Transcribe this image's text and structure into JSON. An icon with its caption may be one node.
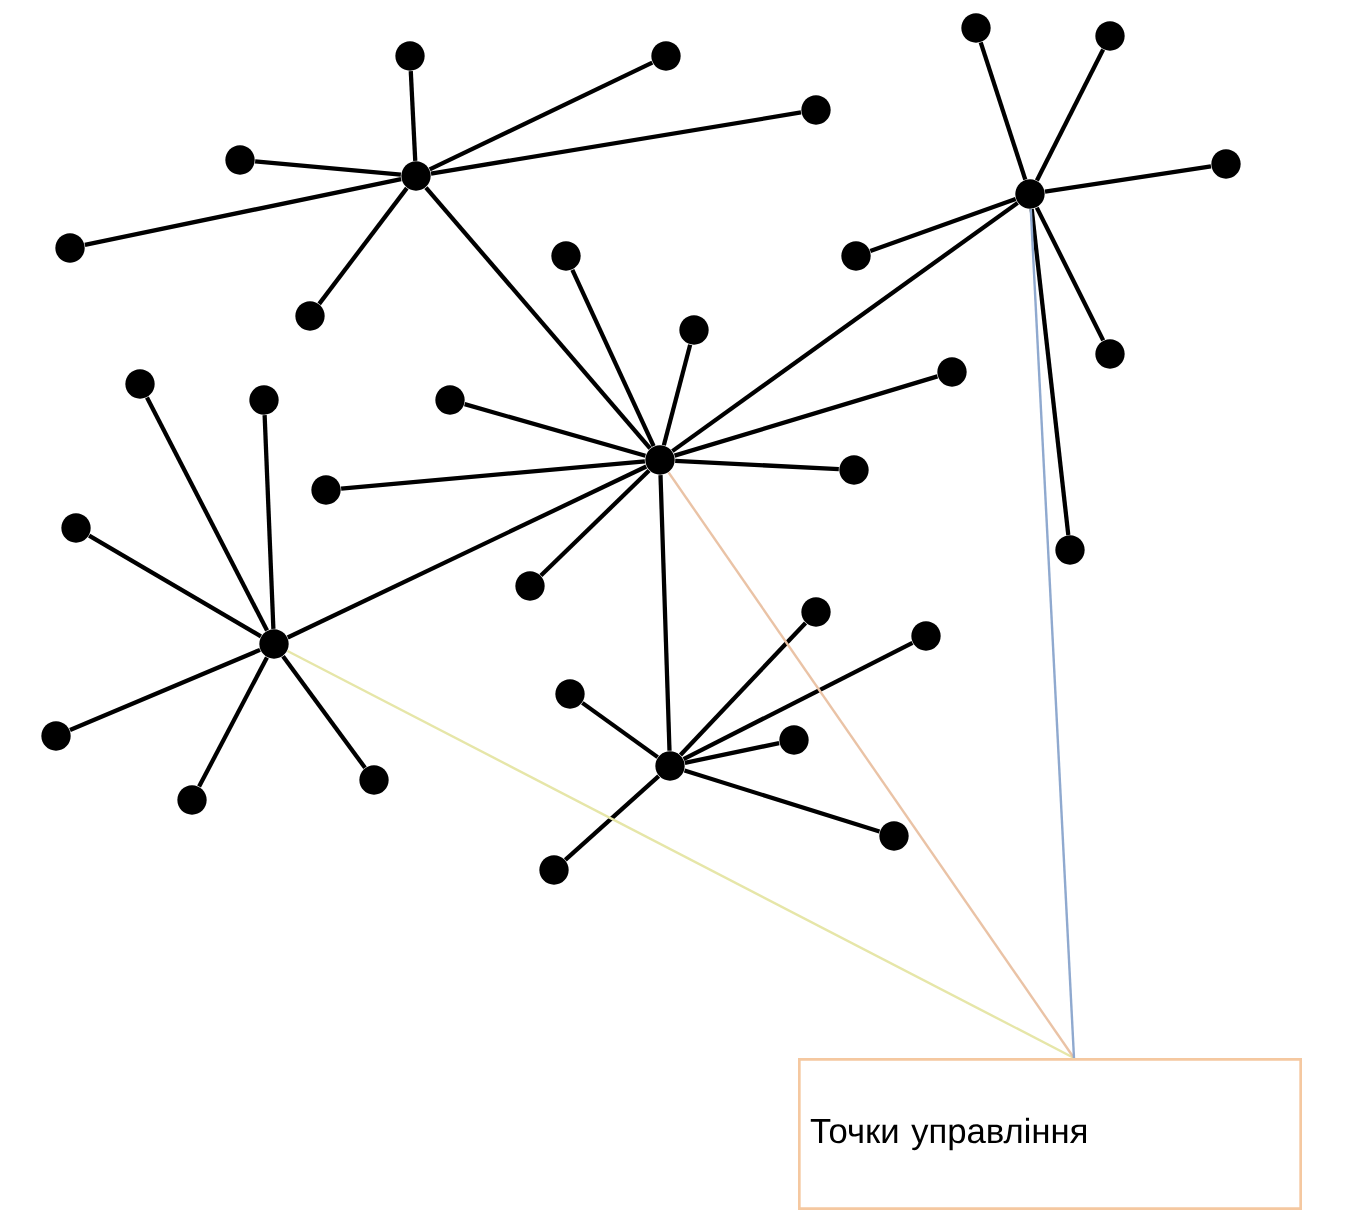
{
  "diagram": {
    "nodes": [
      {
        "text": [
          "Точки управління"
        ]
      },
      {
        "text": [],
        "shape": "circle"
      },
      {
        "text": [],
        "shape": "circle"
      },
      {
        "text": [],
        "shape": "circle"
      },
      {
        "text": [],
        "shape": "circle"
      },
      {
        "text": [],
        "shape": "circle"
      },
      {
        "text": [],
        "shape": "circle"
      },
      {
        "text": [],
        "shape": "circle"
      },
      {
        "text": [],
        "shape": "circle"
      },
      {
        "text": [],
        "shape": "circle"
      },
      {
        "text": [],
        "shape": "circle"
      },
      {
        "text": [],
        "shape": "circle"
      },
      {
        "text": [],
        "shape": "circle"
      },
      {
        "text": [],
        "shape": "circle"
      },
      {
        "text": [],
        "shape": "circle"
      },
      {
        "text": [],
        "shape": "circle"
      },
      {
        "text": [],
        "shape": "circle"
      },
      {
        "text": [],
        "shape": "circle"
      },
      {
        "text": [],
        "shape": "circle"
      },
      {
        "text": [],
        "shape": "circle"
      },
      {
        "text": [],
        "shape": "circle"
      },
      {
        "text": [],
        "shape": "circle"
      },
      {
        "text": [],
        "shape": "circle"
      },
      {
        "text": [],
        "shape": "circle"
      },
      {
        "text": [],
        "shape": "circle"
      },
      {
        "text": [],
        "shape": "circle"
      },
      {
        "text": [],
        "shape": "circle"
      },
      {
        "text": [],
        "shape": "circle"
      },
      {
        "text": [],
        "shape": "circle"
      },
      {
        "text": [],
        "shape": "circle"
      },
      {
        "text": [],
        "shape": "circle"
      },
      {
        "text": [],
        "shape": "circle"
      },
      {
        "text": [],
        "shape": "circle"
      },
      {
        "text": [],
        "shape": "circle"
      },
      {
        "text": [],
        "shape": "circle"
      },
      {
        "text": [],
        "shape": "circle"
      },
      {
        "text": [],
        "shape": "circle"
      }
    ],
    "edges": [
      {
        "from": 1,
        "to": 3,
        "arrow": "none"
      },
      {
        "from": 2,
        "to": 3,
        "arrow": "none"
      },
      {
        "from": 3,
        "to": 4,
        "arrow": "none"
      },
      {
        "from": 3,
        "to": 5,
        "arrow": "none"
      },
      {
        "from": 1,
        "to": 6,
        "arrow": "none"
      },
      {
        "from": 1,
        "to": 7,
        "arrow": "none"
      },
      {
        "from": 1,
        "to": 8,
        "arrow": "none"
      },
      {
        "from": 1,
        "to": 9,
        "arrow": "none"
      },
      {
        "from": 1,
        "to": 10,
        "arrow": "none"
      },
      {
        "from": 1,
        "to": 11,
        "arrow": "none"
      },
      {
        "from": 2,
        "to": 12,
        "arrow": "none"
      },
      {
        "from": 2,
        "to": 13,
        "arrow": "none"
      },
      {
        "from": 2,
        "to": 14,
        "arrow": "none"
      },
      {
        "from": 2,
        "to": 15,
        "arrow": "none"
      },
      {
        "from": 2,
        "to": 16,
        "arrow": "none"
      },
      {
        "from": 2,
        "to": 17,
        "arrow": "none"
      },
      {
        "from": 3,
        "to": 18,
        "arrow": "none"
      },
      {
        "from": 3,
        "to": 19,
        "arrow": "none"
      },
      {
        "from": 3,
        "to": 20,
        "arrow": "none"
      },
      {
        "from": 3,
        "to": 21,
        "arrow": "none"
      },
      {
        "from": 3,
        "to": 22,
        "arrow": "none"
      },
      {
        "from": 3,
        "to": 23,
        "arrow": "none"
      },
      {
        "from": 3,
        "to": 24,
        "arrow": "none"
      },
      {
        "from": 4,
        "to": 25,
        "arrow": "none"
      },
      {
        "from": 4,
        "to": 26,
        "arrow": "none"
      },
      {
        "from": 4,
        "to": 27,
        "arrow": "none"
      },
      {
        "from": 4,
        "to": 28,
        "arrow": "none"
      },
      {
        "from": 4,
        "to": 29,
        "arrow": "none"
      },
      {
        "from": 4,
        "to": 30,
        "arrow": "none"
      },
      {
        "from": 5,
        "to": 31,
        "arrow": "none"
      },
      {
        "from": 5,
        "to": 32,
        "arrow": "none"
      },
      {
        "from": 5,
        "to": 33,
        "arrow": "none"
      },
      {
        "from": 5,
        "to": 34,
        "arrow": "none"
      },
      {
        "from": 5,
        "to": 35,
        "arrow": "none"
      },
      {
        "from": 5,
        "to": 36,
        "arrow": "none"
      },
      {
        "from": 0,
        "to": 4,
        "arrow": "none",
        "color": "#e6e6a8"
      },
      {
        "from": 0,
        "to": 3,
        "arrow": "none",
        "color": "#eac3a6"
      },
      {
        "from": 0,
        "to": 2,
        "arrow": "none",
        "color": "#8fa9cf"
      }
    ]
  }
}
